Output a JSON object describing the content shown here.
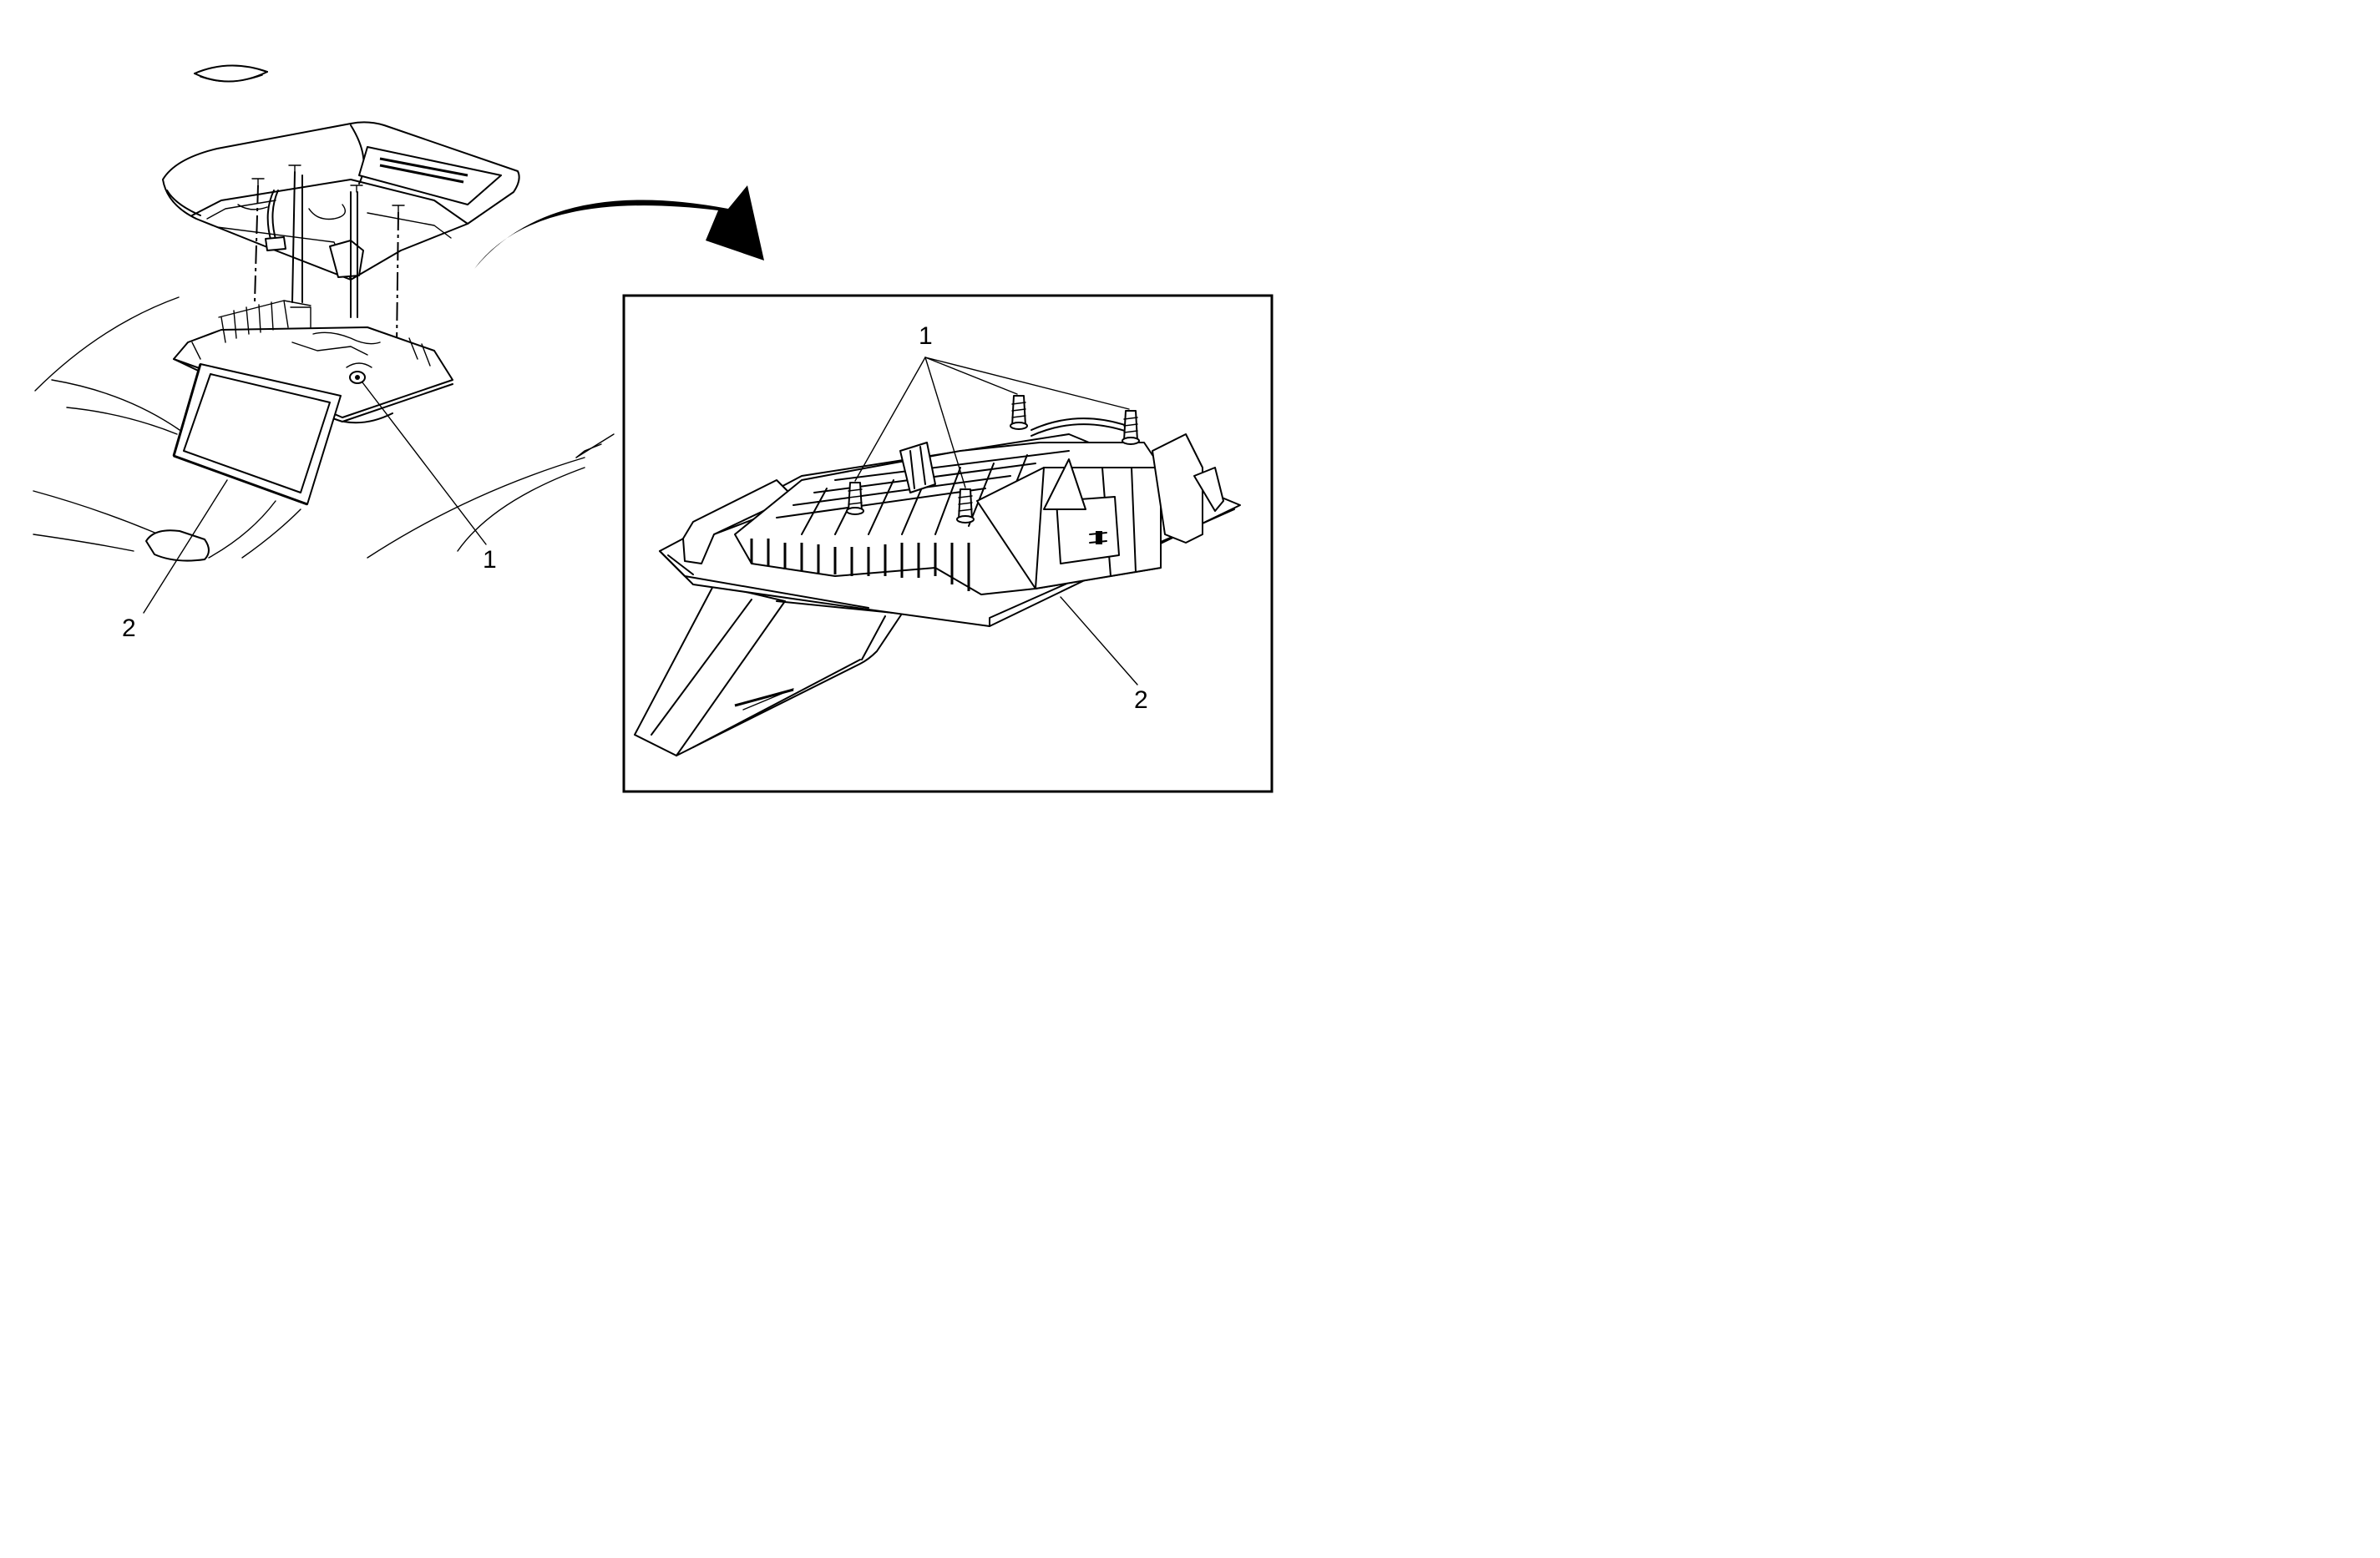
{
  "callouts": {
    "main_fastener": "1",
    "main_display": "2",
    "detail_fastener": "1",
    "detail_display": "2"
  }
}
